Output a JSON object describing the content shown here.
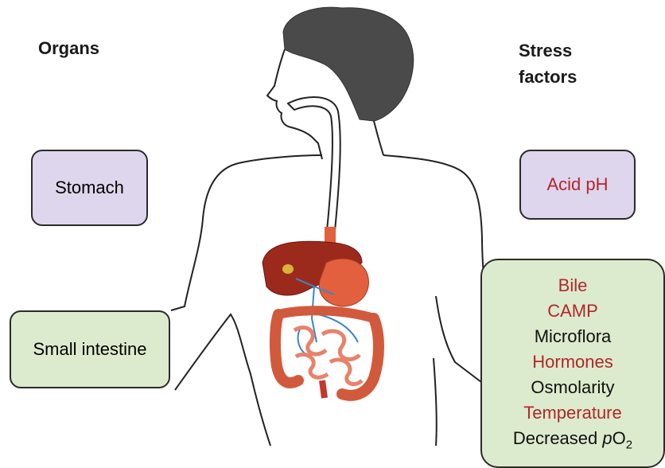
{
  "headings": {
    "organs": "Organs",
    "stress_line1": "Stress",
    "stress_line2": "factors"
  },
  "organs": {
    "stomach": "Stomach",
    "small_intestine": "Small intestine"
  },
  "stress": {
    "stomach_factor": {
      "text": "Acid pH",
      "color": "#b3262e"
    },
    "intestine_factors": [
      {
        "text": "Bile",
        "color": "#b3262e"
      },
      {
        "text": "CAMP",
        "color": "#b3262e"
      },
      {
        "text": "Microflora",
        "color": "#111111"
      },
      {
        "text": "Hormones",
        "color": "#b3262e"
      },
      {
        "text": "Osmolarity",
        "color": "#111111"
      },
      {
        "text": "Temperature",
        "color": "#b3262e"
      }
    ],
    "last_factor": {
      "prefix": "Decreased ",
      "italic": "p",
      "main": "O",
      "subscript": "2",
      "color": "#111111"
    }
  },
  "colors": {
    "stomach_box": "#ded6ec",
    "intestine_box": "#dcebcd",
    "outline": "#2b2b2b",
    "organ_red": "#c0392b"
  }
}
